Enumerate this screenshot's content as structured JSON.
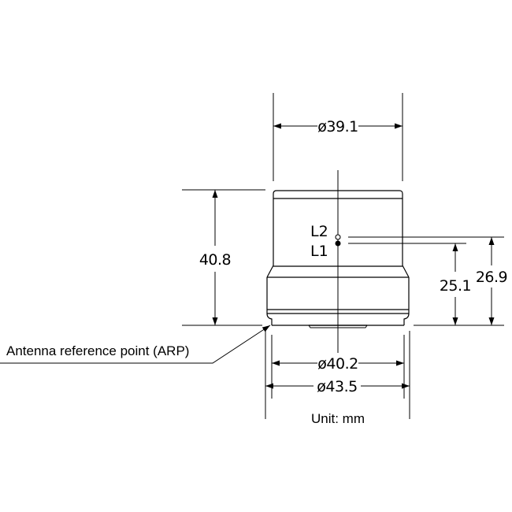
{
  "dimensions": {
    "top_diameter": "ø39.1",
    "height": "40.8",
    "l1_height": "25.1",
    "l2_height": "26.9",
    "inner_base_diameter": "ø40.2",
    "outer_base_diameter": "ø43.5"
  },
  "phase_centers": {
    "l1": "L1",
    "l2": "L2"
  },
  "annotations": {
    "arp": "Antenna reference point (ARP)",
    "unit": "Unit: mm"
  },
  "colors": {
    "line": "#000000",
    "background": "#ffffff"
  }
}
